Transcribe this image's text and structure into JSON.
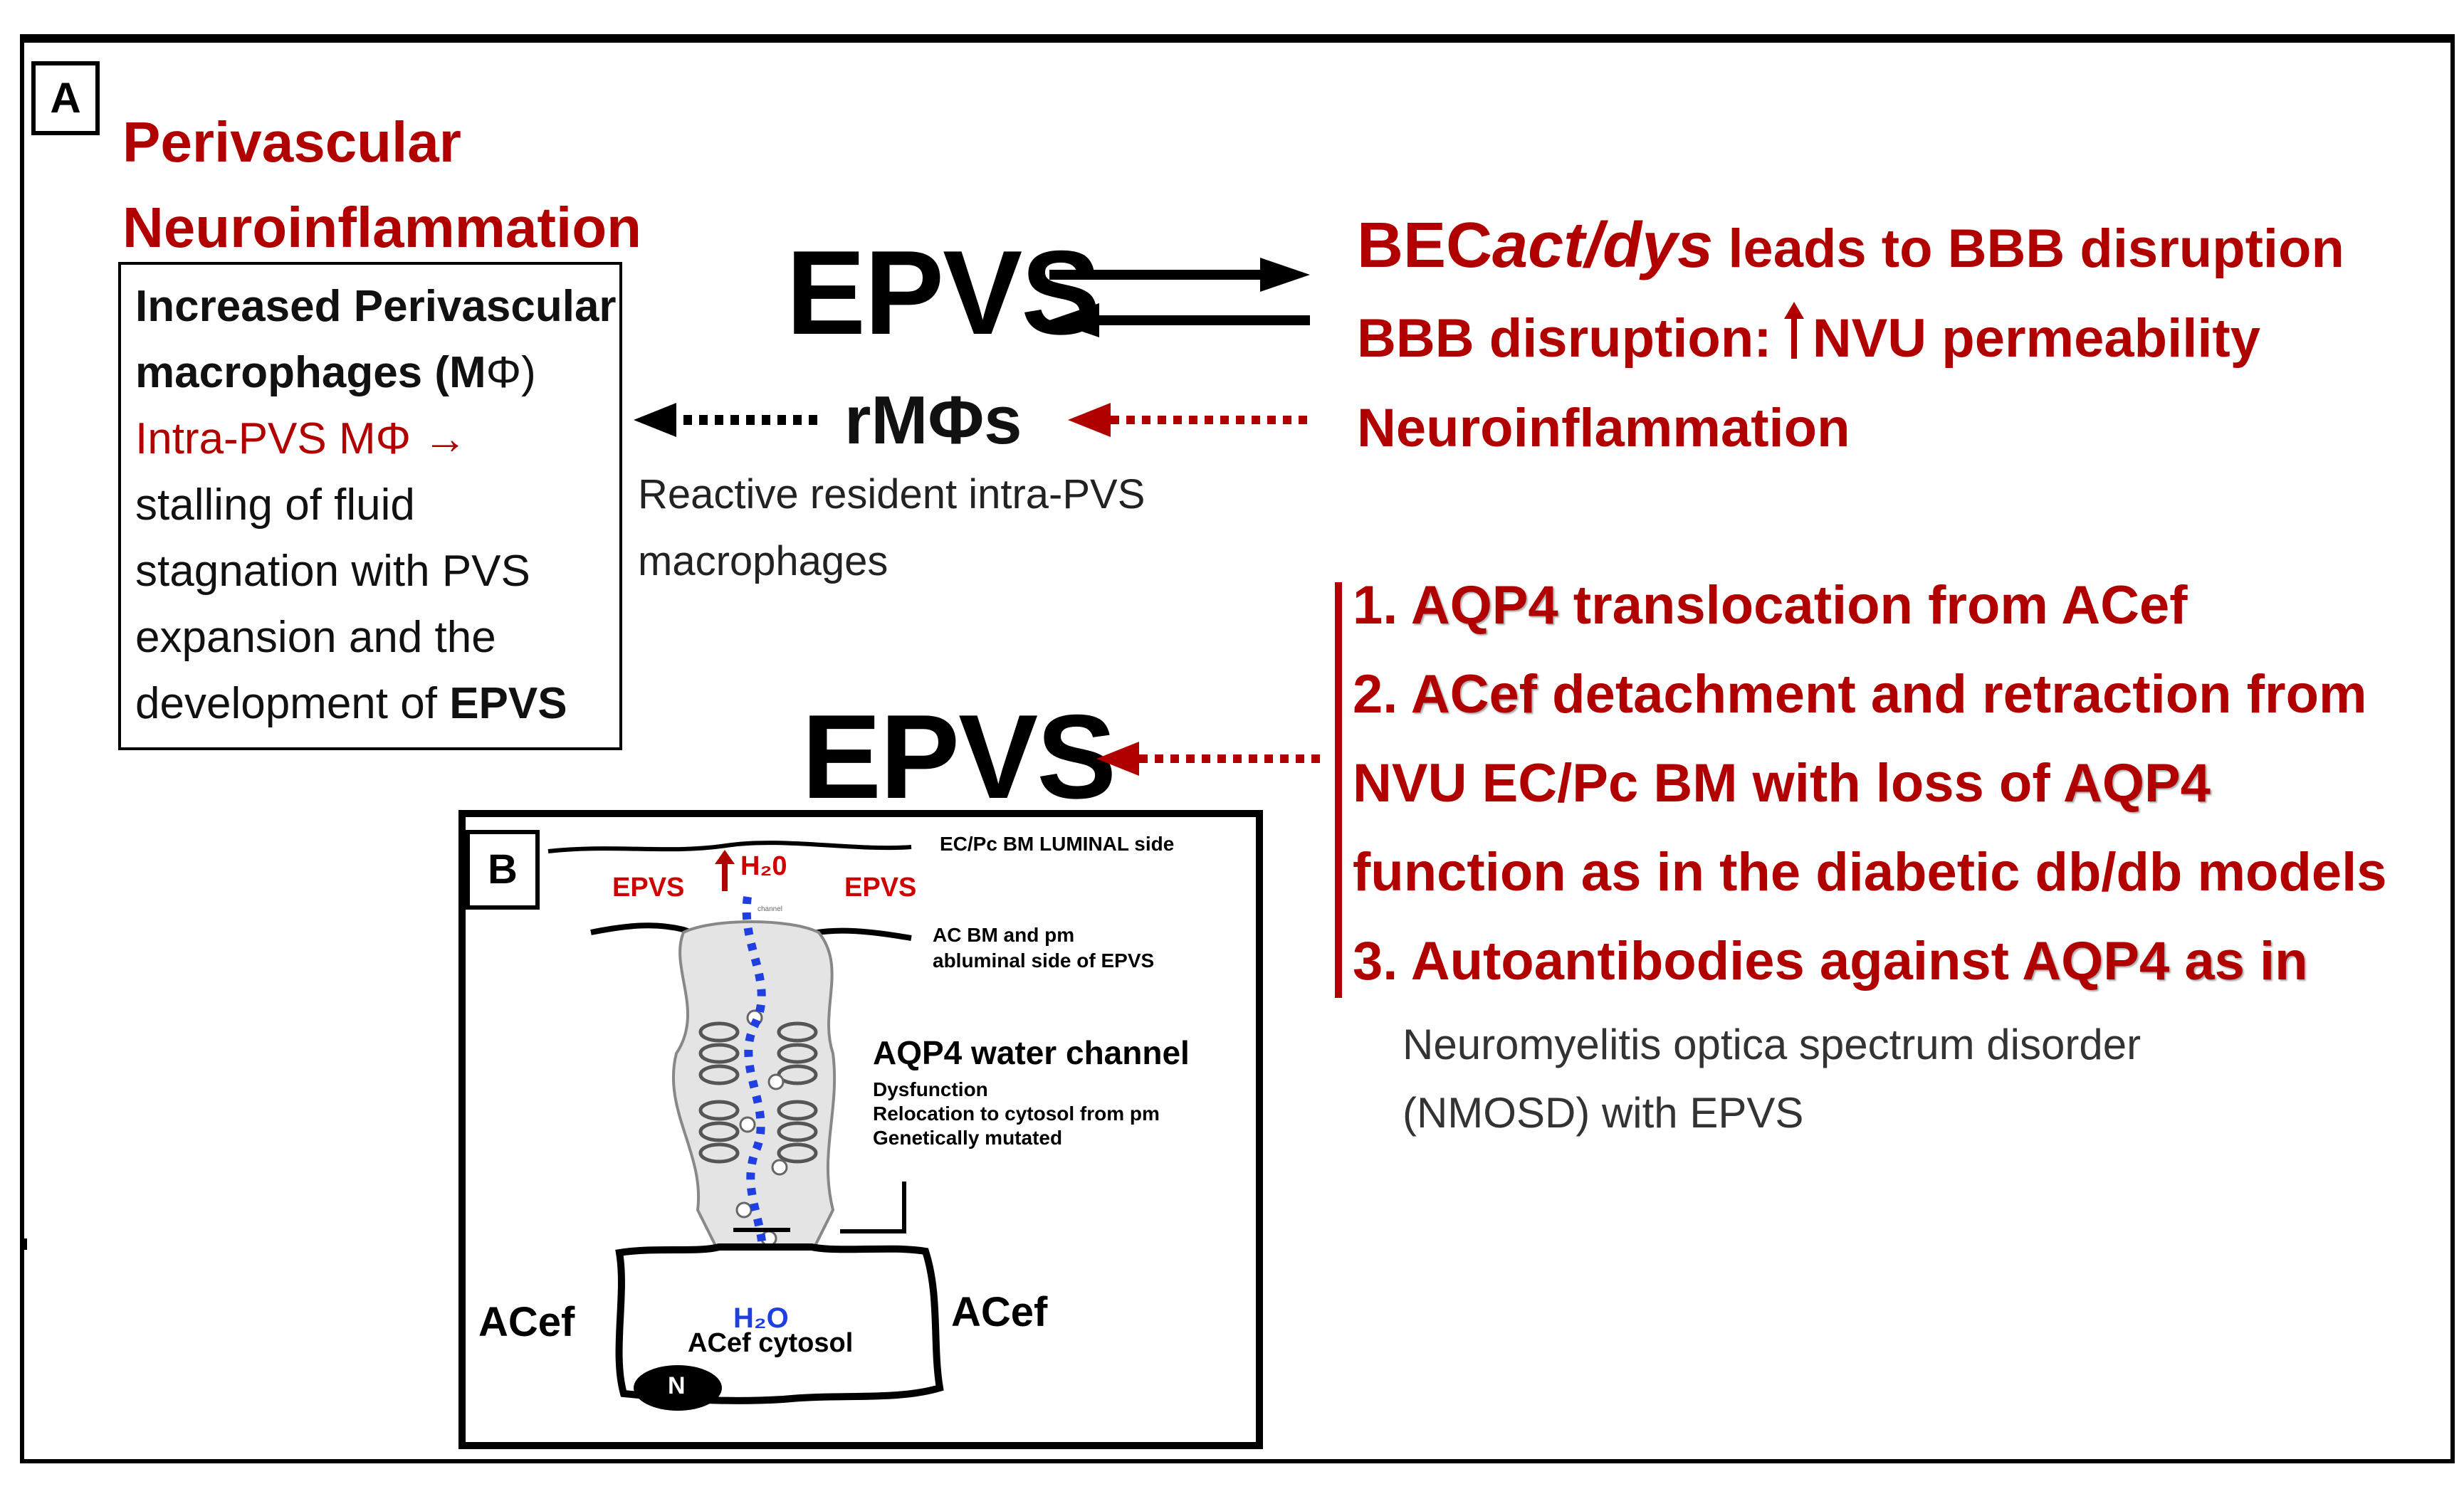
{
  "panel_a": {
    "label": "A",
    "title_line1": "Perivascular",
    "title_line2": "Neuroinflammation",
    "box": {
      "line1": "Increased Perivascular",
      "line2_pre": "macrophages (M",
      "line2_sym": "Φ",
      "line2_post": ")",
      "line3": "Intra-PVS MΦ →",
      "line4": "stalling of fluid",
      "line5": "stagnation with PVS",
      "line6": "expansion and the",
      "line7_pre": "development of ",
      "line7_bold": "EPVS"
    },
    "epvs_top": "EPVS",
    "rmphi": "rMΦs",
    "rmphi_desc_line1": "Reactive resident intra-PVS",
    "rmphi_desc_line2": "macrophages",
    "right_top": {
      "line1_bold": "BEC",
      "line1_italic": "act/dys",
      "line1_rest": " leads to BBB disruption",
      "line2_pre": "BBB disruption:  ",
      "line2_post": "NVU permeability",
      "line3": "Neuroinflammation"
    },
    "list": {
      "item1_num": "1. ",
      "item1_bold": "AQP4",
      "item1_rest": " translocation from ACef",
      "item2_num": "2. ",
      "item2_bold": "ACef",
      "item2_rest": " detachment and retraction from",
      "item2_cont_pre": "NVU EC/Pc BM with loss of ",
      "item2_cont_bold": "AQP4",
      "item2_cont2": "function as in the diabetic db/db models",
      "item3_num": "3. ",
      "item3_pre": "Autoantibodies against ",
      "item3_bold": "AQP4 as in"
    },
    "nmosd_line1": "Neuromyelitis optica spectrum disorder",
    "nmosd_line2": "(NMOSD) with EPVS",
    "epvs_bottom": "EPVS"
  },
  "panel_b": {
    "label": "B",
    "luminal": "EC/Pc BM LUMINAL side",
    "epvs_left": "EPVS",
    "epvs_right": "EPVS",
    "h2o_top": "H₂0",
    "channel_small": "channel",
    "ac_bm_line1": "AC BM and pm",
    "ac_bm_line2": "abluminal side of EPVS",
    "aqp4_title": "AQP4 water channel",
    "aqp4_line1": "Dysfunction",
    "aqp4_line2": "Relocation to cytosol from pm",
    "aqp4_line3": "Genetically mutated",
    "acef_left": "ACef",
    "acef_right": "ACef",
    "h2o_bottom": "H₂O",
    "cytosol": "ACef cytosol",
    "nucleus": "N"
  },
  "colors": {
    "red": "#b00000",
    "black": "#000000",
    "blue": "#1f3fe0",
    "grey_text": "#333333"
  }
}
